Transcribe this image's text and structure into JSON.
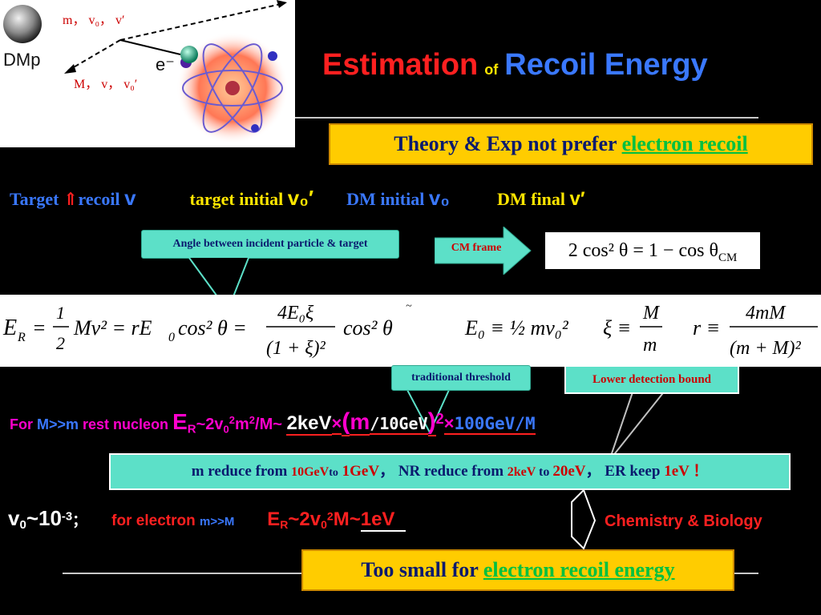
{
  "title": {
    "part1": "Estimation",
    "part2": "of",
    "part3": "Recoil Energy"
  },
  "diagram": {
    "dm_label": "DMp",
    "incoming_label": "m， v₀， v′",
    "outgoing_label": "M， v， v₀′",
    "electron_label": "e⁻"
  },
  "theory_box": {
    "text": "Theory & Exp not prefer ",
    "link": "electron recoil"
  },
  "vars": {
    "target": "Target ",
    "arrow": "⇑",
    "recoil": "recoil ",
    "recoil_sym": "v",
    "target_initial": "target initial ",
    "target_initial_sym": "v₀′",
    "dm_initial": "DM initial ",
    "dm_initial_sym": "v₀",
    "dm_final": "DM final ",
    "dm_final_sym": "v′"
  },
  "angle_box": "Angle between incident particle & target",
  "cm_frame": "CM frame",
  "cm_formula": "2 cos² θ = 1 − cos θ",
  "cm_sub": "CM",
  "equation": {
    "er": "E",
    "er_sub": "R",
    "eq1": "= ½ Mv² = rE",
    "e0sub": "0",
    "eq1b": "cos² θ =",
    "num": "4E₀ξ",
    "den": "(1 + ξ)²",
    "eq1c": "cos² θ",
    "tilde": "~",
    "e0def": "E₀ ≡ ½ mv₀²",
    "xidef_lhs": "ξ ≡",
    "xi_num": "M",
    "xi_den": "m",
    "rdef_lhs": "r ≡",
    "r_num": "4mM",
    "r_den": "(m + M)²",
    "half_num": "1",
    "half_den": "2"
  },
  "traditional_threshold": "traditional threshold",
  "lower_detection": "Lower detection bound",
  "for_line": {
    "p1": "For ",
    "p2": "M>>m",
    "p3": " rest nucleon ",
    "er": "E",
    "er_sub": "R",
    "p4": "~2v",
    "p4sub": "0",
    "p4sup": "2",
    "p5": "m",
    "p5sup": "2",
    "p6": "/M~ ",
    "p7": "2keV",
    "times": "×",
    "paren_open": "(",
    "p8": "m",
    "p9": "/10GeV",
    "paren_close": ")",
    "sup2": "2",
    "times2": "×",
    "p10": "100GeV/M"
  },
  "reduce_box": {
    "a": "m reduce from ",
    "b": "10GeV",
    "c": "to",
    "d": " 1GeV",
    "e": "， NR reduce from ",
    "f": "2keV",
    "g": " to ",
    "h": "20eV",
    "i": "， ER keep ",
    "j": "1eV",
    "k": " ！"
  },
  "v0_line": {
    "v": "v",
    "vsub": "0",
    "tilde": "~10",
    "sup": "-3",
    "semi": "；",
    "for_e": "for electron ",
    "mm": "m>>M",
    "er": "E",
    "er_sub": "R",
    "p1": "~2v",
    "p1sub": "0",
    "p1sup": "2",
    "p2": "M~",
    "p3": "1eV",
    "chem": "Chemistry & Biology"
  },
  "bottom_box": {
    "text": "Too small for ",
    "link": "electron recoil energy"
  }
}
